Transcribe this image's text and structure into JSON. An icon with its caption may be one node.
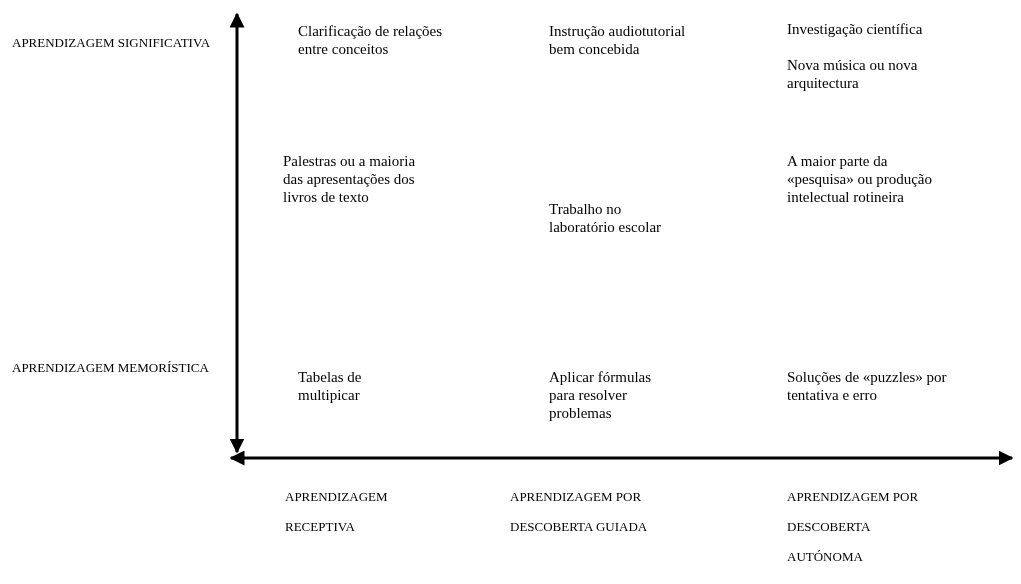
{
  "diagram": {
    "labels": [
      "APRENDIZAGEM SIGNIFICATIVA",
      "Clarificação de relações entre conceitos",
      "Instrução audiotutorial bem concebida",
      "Investigação científica",
      "Nova música ou nova arquitectura",
      "Palestras ou a maioria das apresentações dos livros de texto",
      "A maior parte da «pesquisa» ou produção intelectual rotineira",
      "Trabalho no laboratório escolar",
      "APRENDIZAGEM MEMORÍSTICA",
      "Tabelas de multipicar",
      "Aplicar fórmulas para resolver problemas",
      "Soluções de «puzzles» por tentativa e erro",
      "APRENDIZAGEM RECEPTIVA",
      "APRENDIZAGEM POR DESCOBERTA GUIADA",
      "APRENDIZAGEM POR DESCOBERTA AUTÓNOMA"
    ]
  }
}
